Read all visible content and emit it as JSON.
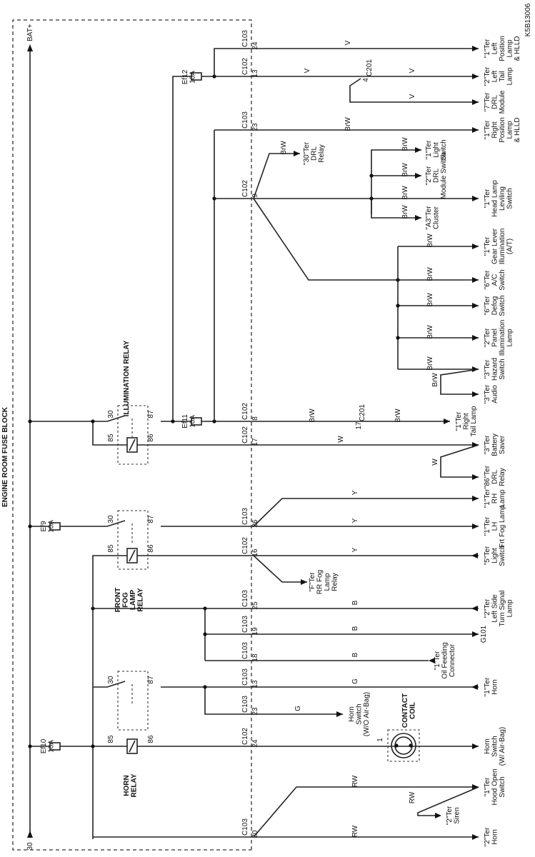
{
  "diagram_id": "K5B13006",
  "block_title": "ENGINE ROOM FUSE BLOCK",
  "bat_label": "BAT+",
  "terminal_30": "30",
  "relays": {
    "illumination": "ILLUMINATION RELAY",
    "front_fog": [
      "FRONT",
      "FOG",
      "LAMP",
      "RELAY"
    ],
    "horn": [
      "HORN",
      "RELAY"
    ],
    "pins": {
      "p30": "30",
      "p85": "85",
      "p86": "86",
      "p87": "87"
    }
  },
  "contact_coil": [
    "CONTACT",
    "COIL"
  ],
  "contact_coil_pin": "1",
  "fuses": {
    "ef12": [
      "Ef12",
      "10A"
    ],
    "ef11": [
      "Ef11",
      "10A"
    ],
    "ef9": [
      "Ef9",
      "10A"
    ],
    "ef10": [
      "Ef10",
      "10A"
    ]
  },
  "circuits": [
    {
      "conn": "C103",
      "pin": "24",
      "wire": "V",
      "dest": [
        "\"1\"Ter",
        "Left",
        "Position",
        "Lamp",
        "& HLLD"
      ]
    },
    {
      "conn": "C102",
      "pin": "13",
      "wire": "V",
      "splice": "C201",
      "splice_pin": "4",
      "dest": [
        "\"2\"Ter",
        "Left",
        "Tail",
        "Lamp"
      ]
    },
    {
      "wire": "V",
      "dest": [
        "\"7\"Ter",
        "DRL",
        "Module"
      ]
    },
    {
      "conn": "C103",
      "pin": "23",
      "wire": "BrW",
      "dest": [
        "\"1\"Ter",
        "Right",
        "Position",
        "Lamp",
        "& HLLD"
      ]
    },
    {
      "wire": "BrW",
      "dest": [
        "\"30\"Ter",
        "DRL",
        "Relay"
      ]
    },
    {
      "wire": "BrW",
      "dest": [
        "\"1\"Ter",
        "Light",
        "Switch"
      ]
    },
    {
      "wire": "BrW",
      "dest": [
        "\"2\"Ter",
        "DRL",
        "Module Switch"
      ]
    },
    {
      "conn": "C102",
      "pin": "9",
      "wire": "BrW",
      "dest": [
        "\"1\"Ter",
        "Head Lamp",
        "Leviling",
        "Switch"
      ]
    },
    {
      "wire": "BrW",
      "dest": [
        "\"A3\"Ter",
        "Cluster"
      ]
    },
    {
      "wire": "BrW",
      "dest": [
        "\"1\"Ter",
        "Gear Lever",
        "Illumination",
        "(A/T)"
      ]
    },
    {
      "wire": "BrW",
      "dest": [
        "\"6\"Ter",
        "A/C",
        "Switch"
      ]
    },
    {
      "wire": "BrW",
      "dest": [
        "\"6\"Ter",
        "Defog",
        "Switch"
      ]
    },
    {
      "wire": "BrW",
      "dest": [
        "\"2\"Ter",
        "Panel",
        "Illumination",
        "Lamp"
      ]
    },
    {
      "wire": "BrW",
      "dest": [
        "\"3\"Ter",
        "Hazard",
        "Switch"
      ]
    },
    {
      "wire": "BrW",
      "dest": [
        "\"3\"Ter",
        "Audio"
      ]
    },
    {
      "conn": "C102",
      "pin": "8",
      "wire": "BrW",
      "splice": "C201",
      "splice_pin": "17",
      "dest": [
        "\"1\"Ter",
        "Right",
        "Tail Lamp"
      ]
    },
    {
      "conn": "C102",
      "pin": "17",
      "wire": "W",
      "dest": [
        "\"3\"Ter",
        "Battery",
        "Saver"
      ]
    },
    {
      "wire": "W",
      "dest": [
        "\"86\"Ter",
        "DRL",
        "Relay"
      ]
    },
    {
      "wire": "Y",
      "dest": [
        "\"1\"Ter",
        "RH",
        "Lamp"
      ]
    },
    {
      "conn": "C103",
      "pin": "26",
      "wire": "Y",
      "dest": [
        "\"1\"Ter",
        "LH",
        "Frt Fog Lamp"
      ]
    },
    {
      "conn": "C102",
      "pin": "16",
      "wire": "Y",
      "dest": [
        "\"5\"Ter",
        "Light",
        "Switch"
      ]
    },
    {
      "wire": "Y",
      "dest": [
        "\"F\"Ter",
        "RR Fog",
        "Lamp",
        "Relay"
      ]
    },
    {
      "conn": "C103",
      "pin": "25",
      "wire": "B",
      "dest": [
        "\"2\"Ter",
        "Left Side",
        "Turn Signal",
        "Lamp"
      ]
    },
    {
      "conn": "C103",
      "pin": "19",
      "wire": "B",
      "dest": [
        "G101"
      ]
    },
    {
      "conn": "C103",
      "pin": "18",
      "wire": "B",
      "dest": [
        "\"1\"Ter",
        "Oil Feeding",
        "Connector"
      ]
    },
    {
      "conn": "C103",
      "pin": "13",
      "wire": "G",
      "dest": [
        "\"1\"Ter",
        "Horn"
      ]
    },
    {
      "conn": "C103",
      "pin": "23",
      "wire": "G",
      "dest": [
        "Horn",
        "Switch",
        "(W/O Air-Bag)"
      ]
    },
    {
      "conn": "C102",
      "pin": "24",
      "wire": "",
      "dest": [
        "Horn",
        "Switch",
        "(W/ Air-Bag)"
      ]
    },
    {
      "wire": "RW",
      "dest": [
        "\"1\"Ter",
        "Hood Open",
        "Switch"
      ]
    },
    {
      "wire": "RW",
      "dest": [
        "\"2\"Ter",
        "Siren"
      ]
    },
    {
      "conn": "C103",
      "pin": "20",
      "wire": "RW",
      "dest": [
        "\"2\"Ter",
        "Horn"
      ]
    }
  ]
}
